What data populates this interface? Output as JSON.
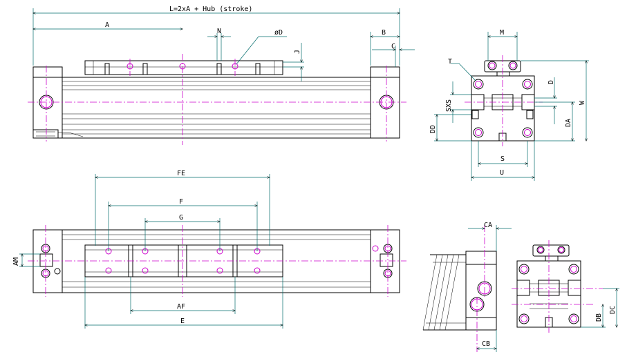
{
  "colors": {
    "outline": "#000000",
    "center_line": "#cc00cc",
    "hole": "#cc00cc",
    "dimension": "#006b6b"
  },
  "front_view": {
    "overall_length": "L=2xA + Hub (stroke)",
    "half_length": "A",
    "pitch": "N",
    "hole_dia": "øD",
    "clearance_j": "J",
    "end_b": "B",
    "end_c": "C"
  },
  "end_view": {
    "m": "M",
    "t": "T",
    "d": "D",
    "sxs": "SXS",
    "dd": "DD",
    "da": "DA",
    "w": "W",
    "s": "S",
    "u": "U"
  },
  "top_view": {
    "fe": "FE",
    "f": "F",
    "g": "G",
    "am": "AM",
    "af": "AF",
    "e": "E"
  },
  "bottom_end_view": {
    "ca": "CA",
    "cb": "CB",
    "db": "DB",
    "dc": "DC"
  }
}
